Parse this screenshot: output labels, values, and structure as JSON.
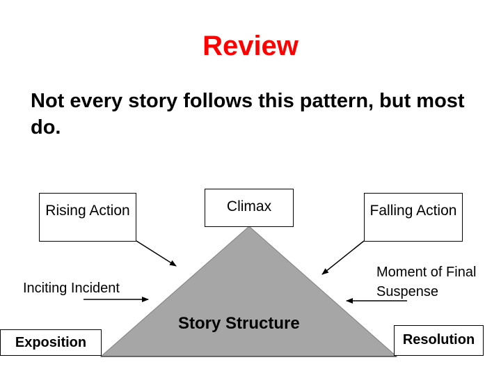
{
  "title": "Review",
  "subtitle": "Not every story follows this pattern, but most do.",
  "diagram": {
    "center_label": "Story Structure",
    "rising_action": "Rising Action",
    "climax": "Climax",
    "falling_action": "Falling Action",
    "inciting_incident": "Inciting Incident",
    "final_suspense": "Moment of Final Suspense",
    "exposition": "Exposition",
    "resolution": "Resolution",
    "colors": {
      "triangle": "#a6a6a6",
      "title": "#ff0000"
    }
  }
}
